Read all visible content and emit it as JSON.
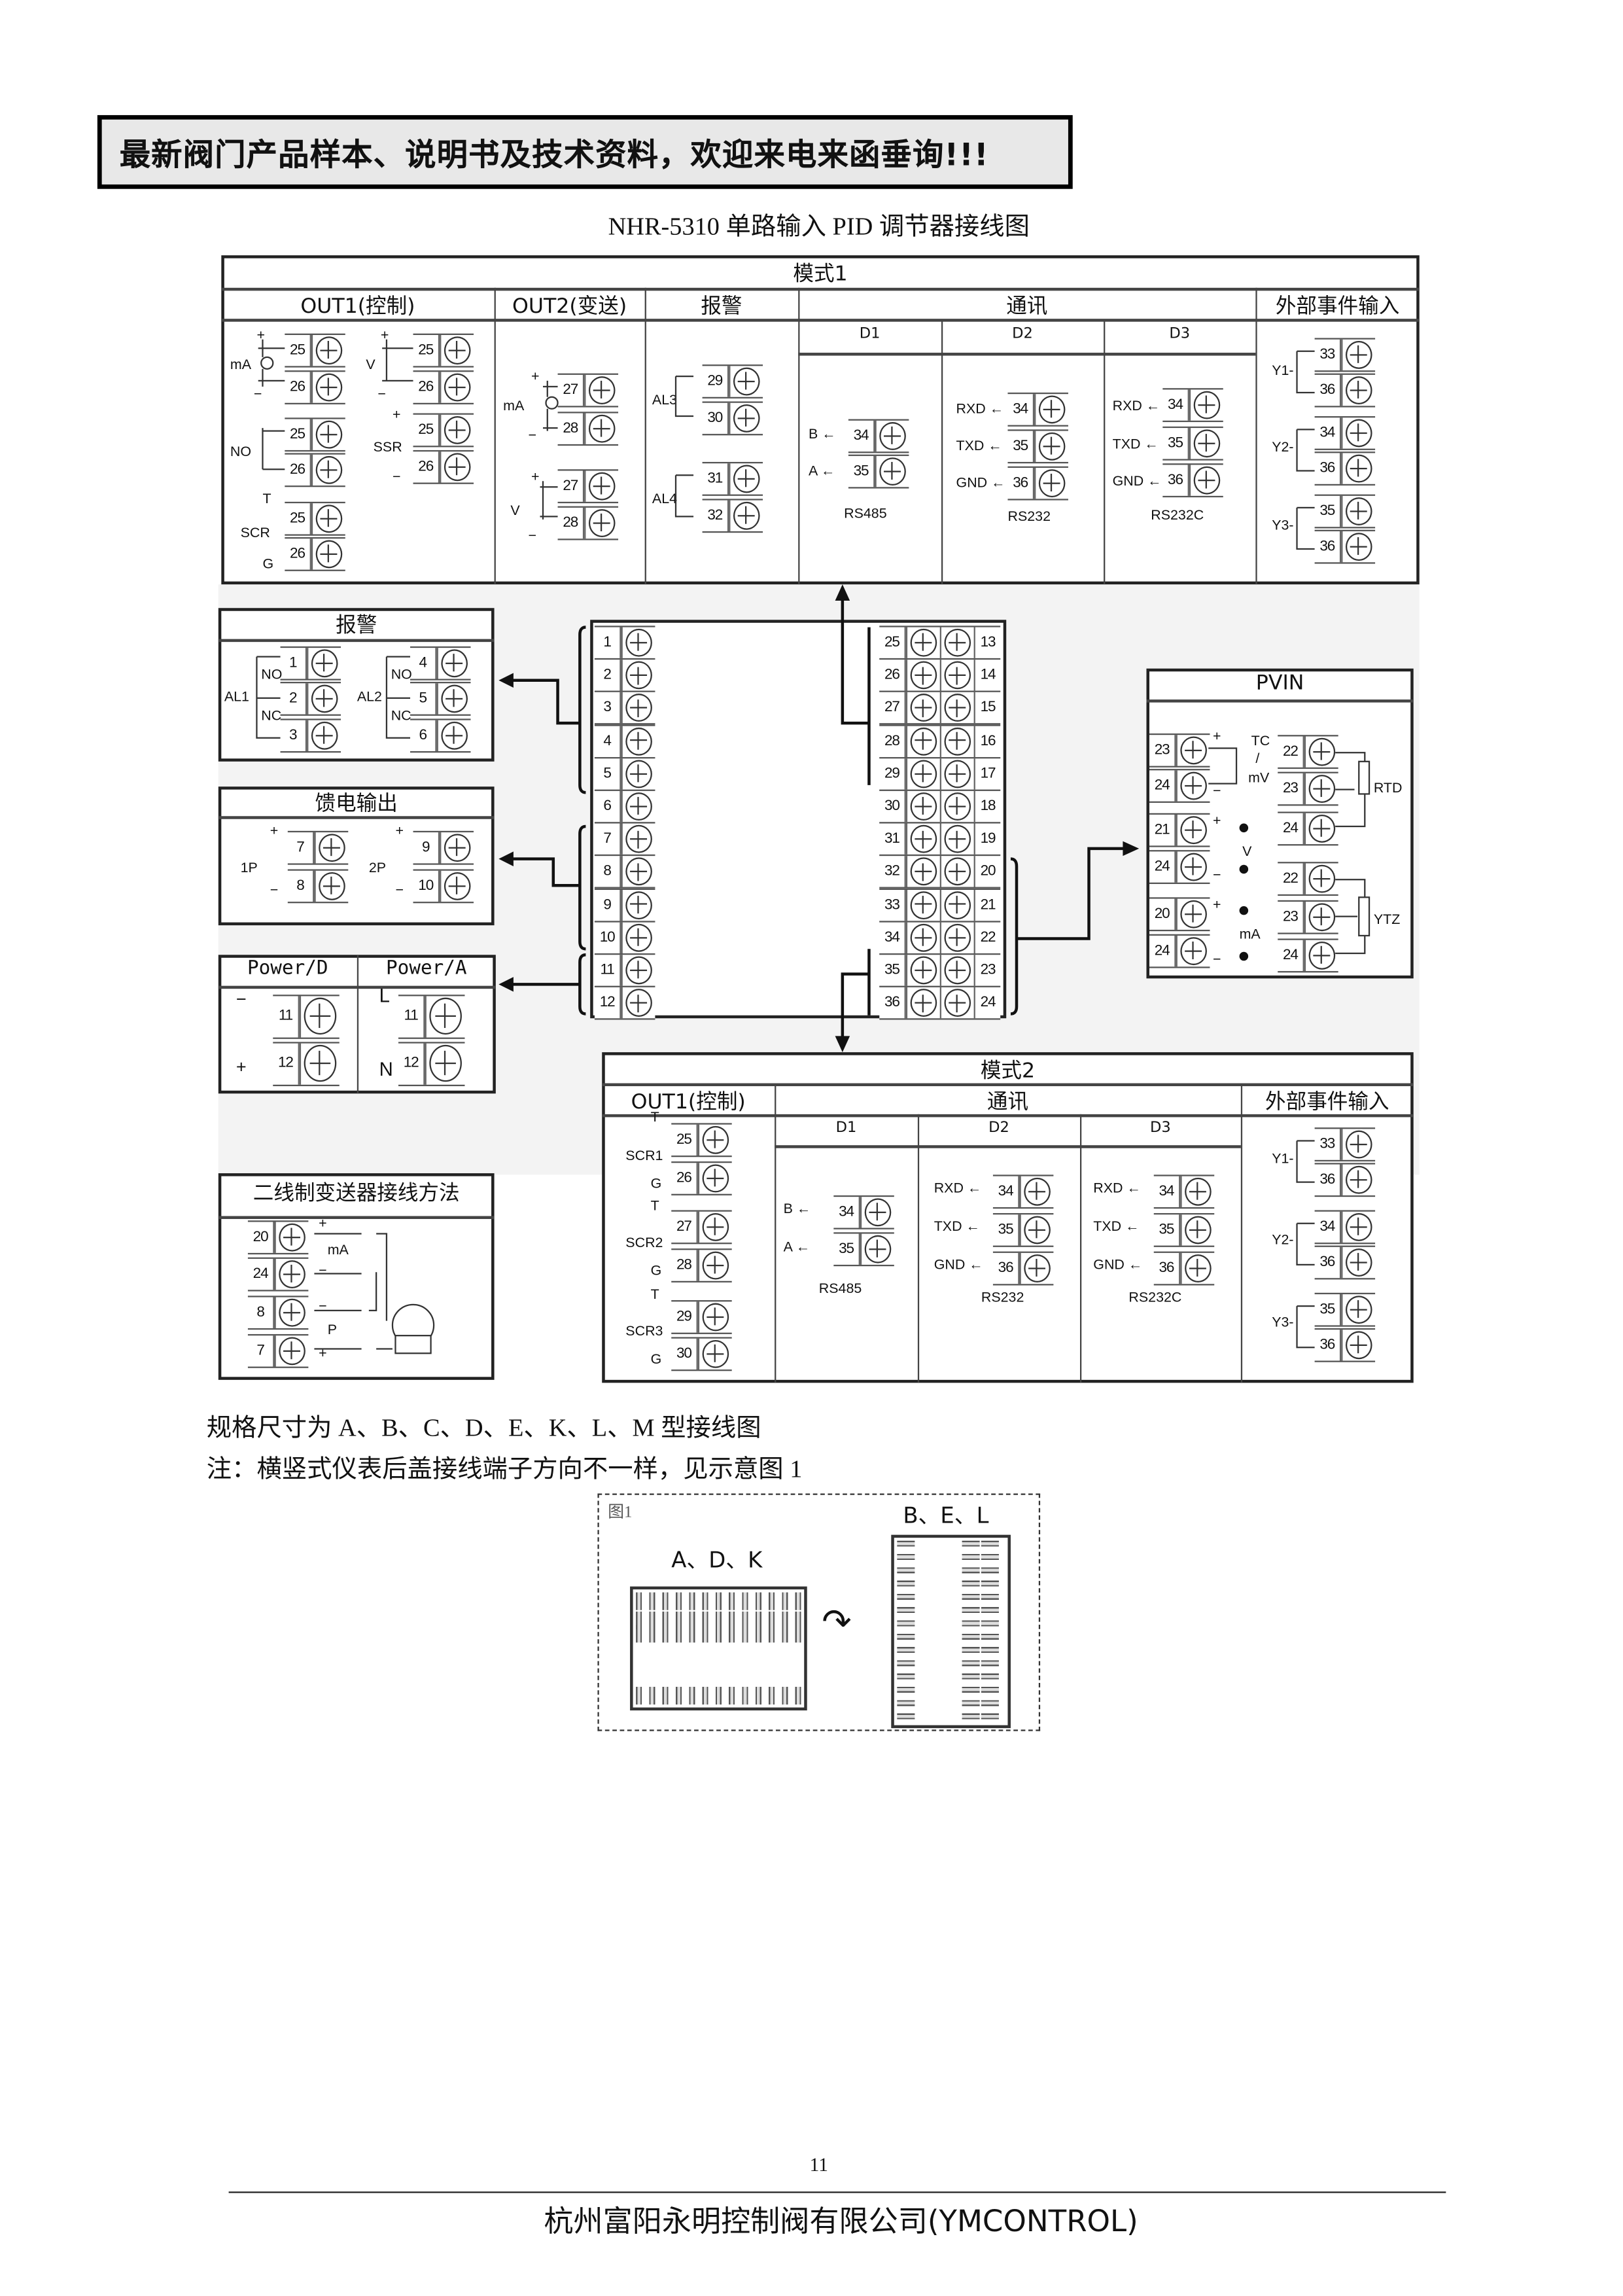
{
  "banner": "最新阀门产品样本、说明书及技术资料，欢迎来电来函垂询!!!",
  "title": "NHR-5310 单路输入 PID 调节器接线图",
  "signs": {
    "plus": "+",
    "minus": "−"
  },
  "mode1": {
    "title": "模式1",
    "h_out1": "OUT1(控制)",
    "h_out2": "OUT2(变送)",
    "h_alarm": "报警",
    "h_comm": "通讯",
    "h_ext": "外部事件输入",
    "d1": "D1",
    "d2": "D2",
    "d3": "D3",
    "out1_t": [
      "25",
      "26",
      "25",
      "26",
      "25",
      "26",
      "25",
      "26",
      "25",
      "26"
    ],
    "out1_l": {
      "ma": "mA",
      "v": "V",
      "no": "NO",
      "ssr": "SSR",
      "scr": "SCR",
      "t": "T",
      "g": "G"
    },
    "out2_t": [
      "27",
      "28",
      "27",
      "28"
    ],
    "out2_l": {
      "ma": "mA",
      "v": "V"
    },
    "alarm_t": [
      "29",
      "30",
      "31",
      "32"
    ],
    "alarm_l": {
      "al3": "AL3",
      "al4": "AL4"
    },
    "d1_t": [
      "34",
      "35"
    ],
    "d1_l": {
      "b": "B ←",
      "a": "A ←",
      "name": "RS485"
    },
    "d2_t": [
      "34",
      "35",
      "36"
    ],
    "d2_l": {
      "rxd": "RXD ←",
      "txd": "TXD ←",
      "gnd": "GND ←",
      "name": "RS232"
    },
    "d3_t": [
      "34",
      "35",
      "36"
    ],
    "d3_l": {
      "rxd": "RXD ←",
      "txd": "TXD ←",
      "gnd": "GND ←",
      "name": "RS232C"
    },
    "ext_t": [
      "33",
      "36",
      "34",
      "36",
      "35",
      "36"
    ],
    "ext_l": {
      "y1": "Y1-",
      "y2": "Y2-",
      "y3": "Y3-"
    }
  },
  "alarm_box": {
    "title": "报警",
    "t": [
      "1",
      "2",
      "3",
      "4",
      "5",
      "6"
    ],
    "l": {
      "no": "NO",
      "nc": "NC",
      "al1": "AL1",
      "al2": "AL2"
    }
  },
  "feed_box": {
    "title": "馈电输出",
    "t": [
      "7",
      "8",
      "9",
      "10"
    ],
    "l": {
      "p1": "1P",
      "p2": "2P"
    }
  },
  "power_box": {
    "h_d": "Power/D",
    "h_a": "Power/A",
    "t": [
      "11",
      "12",
      "11",
      "12"
    ],
    "l": {
      "l": "L",
      "n": "N"
    }
  },
  "block": {
    "left": [
      "1",
      "2",
      "3",
      "4",
      "5",
      "6",
      "7",
      "8",
      "9",
      "10",
      "11",
      "12"
    ],
    "right_a": [
      "25",
      "26",
      "27",
      "28",
      "29",
      "30",
      "31",
      "32",
      "33",
      "34",
      "35",
      "36"
    ],
    "right_b": [
      "13",
      "14",
      "15",
      "16",
      "17",
      "18",
      "19",
      "20",
      "21",
      "22",
      "23",
      "24"
    ]
  },
  "pvin": {
    "title": "PVIN",
    "t_left": [
      "23",
      "24",
      "21",
      "24",
      "20",
      "24"
    ],
    "t_right": [
      "22",
      "23",
      "24",
      "22",
      "23",
      "24"
    ],
    "l": {
      "tc": "TC",
      "slash": "/",
      "mv": "mV",
      "v": "V",
      "ma": "mA",
      "rtd": "RTD",
      "ytz": "YTZ"
    }
  },
  "mode2": {
    "title": "模式2",
    "h_out1": "OUT1(控制)",
    "h_comm": "通讯",
    "h_ext": "外部事件输入",
    "d1": "D1",
    "d2": "D2",
    "d3": "D3",
    "out1_t": [
      "25",
      "26",
      "27",
      "28",
      "29",
      "30"
    ],
    "out1_l": {
      "t": "T",
      "g": "G",
      "scr1": "SCR1",
      "scr2": "SCR2",
      "scr3": "SCR3"
    },
    "d1_t": [
      "34",
      "35"
    ],
    "d1_l": {
      "b": "B ←",
      "a": "A ←",
      "name": "RS485"
    },
    "d2_t": [
      "34",
      "35",
      "36"
    ],
    "d2_l": {
      "rxd": "RXD ←",
      "txd": "TXD ←",
      "gnd": "GND ←",
      "name": "RS232"
    },
    "d3_t": [
      "34",
      "35",
      "36"
    ],
    "d3_l": {
      "rxd": "RXD ←",
      "txd": "TXD ←",
      "gnd": "GND ←",
      "name": "RS232C"
    },
    "ext_t": [
      "33",
      "36",
      "34",
      "36",
      "35",
      "36"
    ],
    "ext_l": {
      "y1": "Y1-",
      "y2": "Y2-",
      "y3": "Y3-"
    }
  },
  "two_wire": {
    "title": "二线制变送器接线方法",
    "t": [
      "20",
      "24",
      "8",
      "7"
    ],
    "l": {
      "ma": "mA",
      "p": "P"
    }
  },
  "text1": "规格尺寸为 A、B、C、D、E、K、L、M 型接线图",
  "text2": "注：横竖式仪表后盖接线端子方向不一样，见示意图 1",
  "figure1": {
    "caption": "图1",
    "horizontal": "A、D、K",
    "vertical": "B、E、L"
  },
  "page_number": "11",
  "footer": "杭州富阳永明控制阀有限公司(YMCONTROL)"
}
